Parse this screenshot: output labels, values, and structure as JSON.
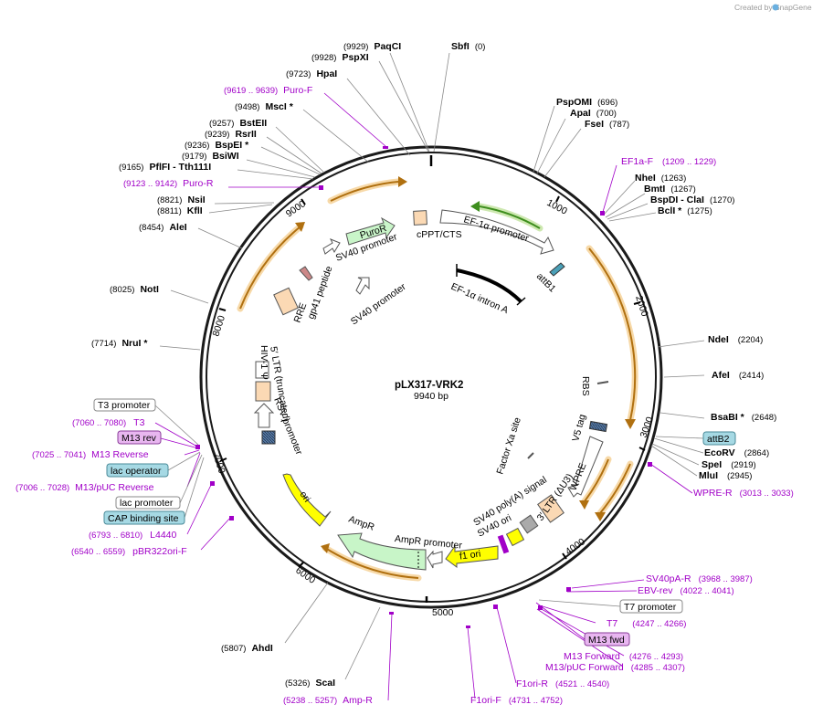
{
  "credit": "Created by SnapGene",
  "plasmid": {
    "name": "pLX317-VRK2",
    "size": "9940 bp"
  },
  "ticks": [
    "1000",
    "2000",
    "3000",
    "4000",
    "5000",
    "6000",
    "7000",
    "8000",
    "9000"
  ],
  "sites": [
    {
      "name": "PaqCI",
      "pos": "(9929)"
    },
    {
      "name": "PspXI",
      "pos": "(9928)"
    },
    {
      "name": "SbfI",
      "pos": "(0)"
    },
    {
      "name": "HpaI",
      "pos": "(9723)"
    },
    {
      "name": "PspOMI",
      "pos": "(696)"
    },
    {
      "name": "ApaI",
      "pos": "(700)"
    },
    {
      "name": "FseI",
      "pos": "(787)"
    },
    {
      "name": "MscI *",
      "pos": "(9498)"
    },
    {
      "name": "BstEII",
      "pos": "(9257)"
    },
    {
      "name": "RsrII",
      "pos": "(9239)"
    },
    {
      "name": "BspEI *",
      "pos": "(9236)"
    },
    {
      "name": "BsiWI",
      "pos": "(9179)"
    },
    {
      "name": "PflFI - Tth111I",
      "pos": "(9165)"
    },
    {
      "name": "NheI",
      "pos": "(1263)"
    },
    {
      "name": "BmtI",
      "pos": "(1267)"
    },
    {
      "name": "BspDI - ClaI",
      "pos": "(1270)"
    },
    {
      "name": "BclI *",
      "pos": "(1275)"
    },
    {
      "name": "NsiI",
      "pos": "(8821)"
    },
    {
      "name": "KflI",
      "pos": "(8811)"
    },
    {
      "name": "AleI",
      "pos": "(8454)"
    },
    {
      "name": "NotI",
      "pos": "(8025)"
    },
    {
      "name": "NdeI",
      "pos": "(2204)"
    },
    {
      "name": "NruI *",
      "pos": "(7714)"
    },
    {
      "name": "AfeI",
      "pos": "(2414)"
    },
    {
      "name": "BsaBI *",
      "pos": "(2648)"
    },
    {
      "name": "EcoRV",
      "pos": "(2864)"
    },
    {
      "name": "SpeI",
      "pos": "(2919)"
    },
    {
      "name": "MluI",
      "pos": "(2945)"
    },
    {
      "name": "AhdI",
      "pos": "(5807)"
    },
    {
      "name": "ScaI",
      "pos": "(5326)"
    }
  ],
  "primers": [
    {
      "name": "Puro-F",
      "pos": "(9619 .. 9639)"
    },
    {
      "name": "Puro-R",
      "pos": "(9123 .. 9142)"
    },
    {
      "name": "EF1a-F",
      "pos": "(1209 .. 1229)"
    },
    {
      "name": "T3",
      "pos": "(7060 .. 7080)"
    },
    {
      "name": "M13 Reverse",
      "pos": "(7025 .. 7041)"
    },
    {
      "name": "M13/pUC Reverse",
      "pos": "(7006 .. 7028)"
    },
    {
      "name": "L4440",
      "pos": "(6793 .. 6810)"
    },
    {
      "name": "pBR322ori-F",
      "pos": "(6540 .. 6559)"
    },
    {
      "name": "WPRE-R",
      "pos": "(3013 .. 3033)"
    },
    {
      "name": "SV40pA-R",
      "pos": "(3968 .. 3987)"
    },
    {
      "name": "EBV-rev",
      "pos": "(4022 .. 4041)"
    },
    {
      "name": "T7",
      "pos": "(4247 .. 4266)"
    },
    {
      "name": "M13 Forward",
      "pos": "(4276 .. 4293)"
    },
    {
      "name": "M13/pUC Forward",
      "pos": "(4285 .. 4307)"
    },
    {
      "name": "F1ori-R",
      "pos": "(4521 .. 4540)"
    },
    {
      "name": "F1ori-F",
      "pos": "(4731 .. 4752)"
    },
    {
      "name": "Amp-R",
      "pos": "(5238 .. 5257)"
    }
  ],
  "boxes": [
    {
      "label": "T3 promoter",
      "fill": "#ffffff",
      "stroke": "#888888",
      "text": "#000000"
    },
    {
      "label": "M13 rev",
      "fill": "#e8b6f0",
      "stroke": "#8a3c9a",
      "text": "#000000"
    },
    {
      "label": "lac operator",
      "fill": "#a6d9e4",
      "stroke": "#4a8a98",
      "text": "#000000"
    },
    {
      "label": "lac promoter",
      "fill": "#ffffff",
      "stroke": "#888888",
      "text": "#000000"
    },
    {
      "label": "CAP binding site",
      "fill": "#a6d9e4",
      "stroke": "#4a8a98",
      "text": "#000000"
    },
    {
      "label": "attB2",
      "fill": "#a6d9e4",
      "stroke": "#4a8a98",
      "text": "#000000"
    },
    {
      "label": "T7 promoter",
      "fill": "#ffffff",
      "stroke": "#888888",
      "text": "#000000"
    },
    {
      "label": "M13 fwd",
      "fill": "#e8b6f0",
      "stroke": "#8a3c9a",
      "text": "#000000"
    }
  ],
  "features": [
    {
      "label": "PuroR"
    },
    {
      "label": "SV40 promoter"
    },
    {
      "label": "cPPT/CTS"
    },
    {
      "label": "EF-1α promoter"
    },
    {
      "label": "attB1"
    },
    {
      "label": "EF-1α intron A"
    },
    {
      "label": "gp41 peptide"
    },
    {
      "label": "RRE"
    },
    {
      "label": "SV40 promoter"
    },
    {
      "label": "HIV-1 Ψ"
    },
    {
      "label": "5′ LTR (truncated)"
    },
    {
      "label": "RSV promoter"
    },
    {
      "label": "RBS"
    },
    {
      "label": "Factor Xa site"
    },
    {
      "label": "V5 tag"
    },
    {
      "label": "WPRE"
    },
    {
      "label": "3′ LTR (ΔU3)"
    },
    {
      "label": "SV40 poly(A) signal"
    },
    {
      "label": "SV40 ori"
    },
    {
      "label": "f1 ori"
    },
    {
      "label": "AmpR promoter"
    },
    {
      "label": "AmpR"
    },
    {
      "label": "ori"
    }
  ],
  "colors": {
    "backbone": "#1a1a1a",
    "orf_orange": "#e8a23c",
    "orf_green": "#6ec23a",
    "purple": "#a100c8",
    "ori_yellow": "#ffff00",
    "ampr_green": "#c8f5c8",
    "ltr_peach": "#fbd9b4"
  }
}
